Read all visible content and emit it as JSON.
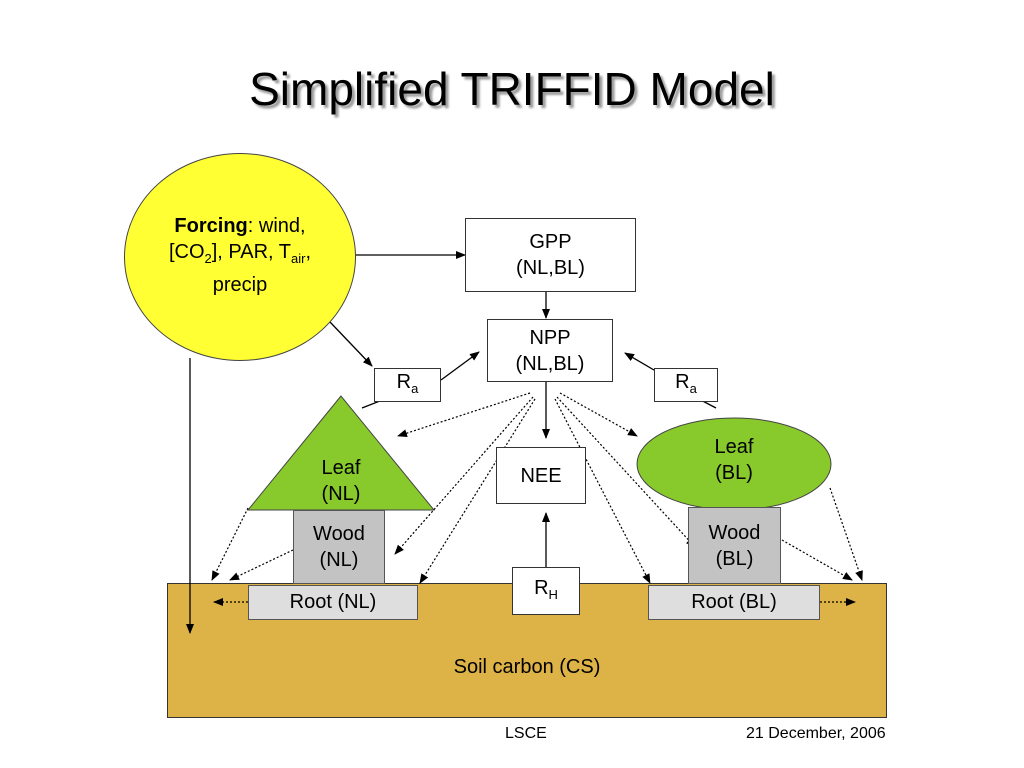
{
  "title": "Simplified TRIFFID Model",
  "forcing": {
    "label_bold": "Forcing",
    "label_rest": ":  wind,",
    "co2_prefix": "[CO",
    "co2_sub": "2",
    "co2_suffix": "], PAR, T",
    "t_sub": "air",
    "t_suffix": ",",
    "line3": "precip"
  },
  "gpp": {
    "line1": "GPP",
    "line2": "(NL,BL)"
  },
  "npp": {
    "line1": "NPP",
    "line2": "(NL,BL)"
  },
  "nee": {
    "label": "NEE"
  },
  "ra_left": {
    "main": "R",
    "sub": "a"
  },
  "ra_right": {
    "main": "R",
    "sub": "a"
  },
  "rh": {
    "main": "R",
    "sub": "H"
  },
  "leaf_nl": {
    "line1": "Leaf",
    "line2": "(NL)"
  },
  "leaf_bl": {
    "line1": "Leaf",
    "line2": "(BL)"
  },
  "wood_nl": {
    "line1": "Wood",
    "line2": "(NL)"
  },
  "wood_bl": {
    "line1": "Wood",
    "line2": "(BL)"
  },
  "root_nl": {
    "label": "Root (NL)"
  },
  "root_bl": {
    "label": "Root (BL)"
  },
  "soil": {
    "label": "Soil carbon (CS)"
  },
  "footer": {
    "org": "LSCE",
    "date": "21 December, 2006"
  },
  "colors": {
    "forcing_fill": "#ffff33",
    "leaf_fill": "#88c92c",
    "wood_fill": "#c3c3c3",
    "root_fill": "#dedede",
    "soil_fill": "#ddb246"
  }
}
